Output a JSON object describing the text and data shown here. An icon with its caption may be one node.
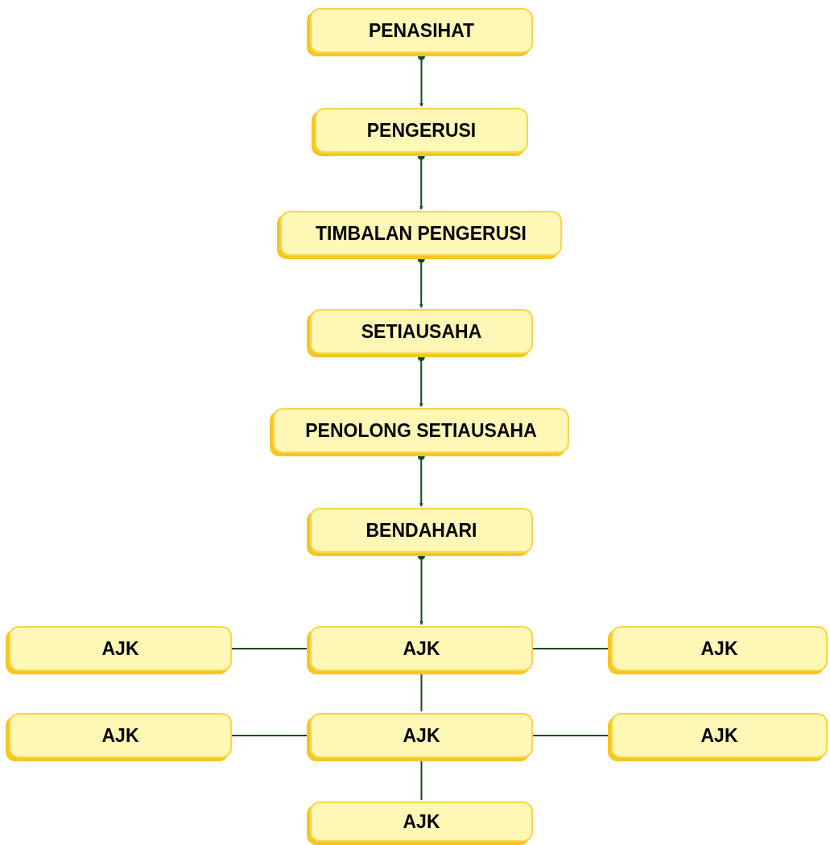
{
  "diagram": {
    "nodes": [
      {
        "text": [
          "PENASIHAT"
        ]
      },
      {
        "text": [
          "PENGERUSI"
        ]
      },
      {
        "text": [
          "TIMBALAN PENGERUSI"
        ]
      },
      {
        "text": [
          "SETIAUSAHA"
        ]
      },
      {
        "text": [
          "PENOLONG SETIAUSAHA"
        ]
      },
      {
        "text": [
          "BENDAHARI"
        ]
      },
      {
        "text": [
          "AJK"
        ]
      },
      {
        "text": [
          "AJK"
        ]
      },
      {
        "text": [
          "AJK"
        ]
      },
      {
        "text": [
          "AJK"
        ]
      },
      {
        "text": [
          "AJK"
        ]
      },
      {
        "text": [
          "AJK"
        ]
      },
      {
        "text": [
          "AJK"
        ]
      }
    ],
    "edges": [
      {
        "from": 0,
        "to": 1,
        "arrow": "to"
      },
      {
        "from": 1,
        "to": 2,
        "arrow": "to"
      },
      {
        "from": 2,
        "to": 3,
        "arrow": "to"
      },
      {
        "from": 3,
        "to": 4,
        "arrow": "to"
      },
      {
        "from": 4,
        "to": 5,
        "arrow": "to"
      },
      {
        "from": 5,
        "to": 7,
        "arrow": "to"
      },
      {
        "from": 7,
        "to": 6,
        "arrow": "none"
      },
      {
        "from": 7,
        "to": 8,
        "arrow": "none"
      },
      {
        "from": 7,
        "to": 10,
        "arrow": "none"
      },
      {
        "from": 10,
        "to": 9,
        "arrow": "none"
      },
      {
        "from": 10,
        "to": 11,
        "arrow": "none"
      },
      {
        "from": 10,
        "to": 12,
        "arrow": "none"
      }
    ]
  }
}
